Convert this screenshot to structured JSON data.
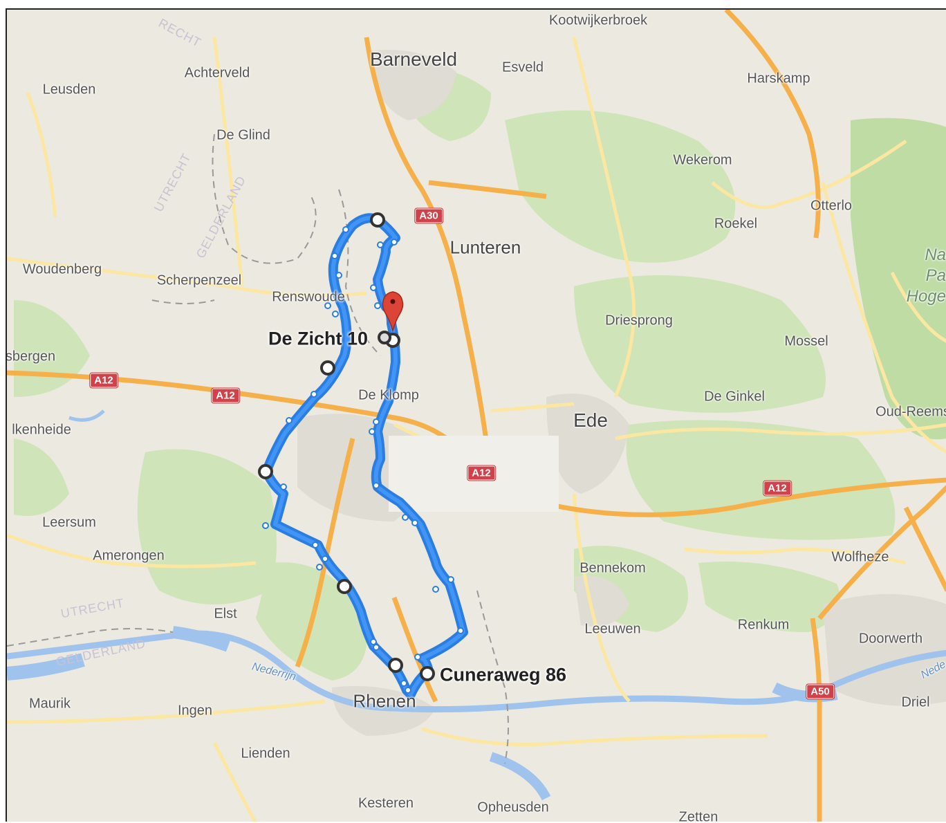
{
  "map": {
    "places": [
      {
        "id": "kootwijkerbroek",
        "label": "Kootwijkerbroek"
      },
      {
        "id": "barneveld",
        "label": "Barneveld"
      },
      {
        "id": "esveld",
        "label": "Esveld"
      },
      {
        "id": "achterveld",
        "label": "Achterveld"
      },
      {
        "id": "harskamp",
        "label": "Harskamp"
      },
      {
        "id": "leusden",
        "label": "Leusden"
      },
      {
        "id": "de-glind",
        "label": "De Glind"
      },
      {
        "id": "wekerom",
        "label": "Wekerom"
      },
      {
        "id": "otterlo",
        "label": "Otterlo"
      },
      {
        "id": "roekel",
        "label": "Roekel"
      },
      {
        "id": "lunteren",
        "label": "Lunteren"
      },
      {
        "id": "woudenberg",
        "label": "Woudenberg"
      },
      {
        "id": "scherpenzeel",
        "label": "Scherpenzeel"
      },
      {
        "id": "renswoude",
        "label": "Renswoude"
      },
      {
        "id": "driesprong",
        "label": "Driesprong"
      },
      {
        "id": "mossel",
        "label": "Mossel"
      },
      {
        "id": "veenendaal-bergen",
        "label": "sbergen"
      },
      {
        "id": "de-klomp",
        "label": "De Klomp"
      },
      {
        "id": "ede",
        "label": "Ede"
      },
      {
        "id": "de-ginkel",
        "label": "De Ginkel"
      },
      {
        "id": "oud-reemst",
        "label": "Oud-Reems"
      },
      {
        "id": "valkenheide",
        "label": "lkenheide"
      },
      {
        "id": "leersum",
        "label": "Leersum"
      },
      {
        "id": "amerongen",
        "label": "Amerongen"
      },
      {
        "id": "bennekom",
        "label": "Bennekom"
      },
      {
        "id": "wolfheze",
        "label": "Wolfheze"
      },
      {
        "id": "elst",
        "label": "Elst"
      },
      {
        "id": "leeuwen",
        "label": "Leeuwen"
      },
      {
        "id": "renkum",
        "label": "Renkum"
      },
      {
        "id": "doorwerth",
        "label": "Doorwerth"
      },
      {
        "id": "maurik",
        "label": "Maurik"
      },
      {
        "id": "ingen",
        "label": "Ingen"
      },
      {
        "id": "rhenen",
        "label": "Rhenen"
      },
      {
        "id": "driel",
        "label": "Driel"
      },
      {
        "id": "lienden",
        "label": "Lienden"
      },
      {
        "id": "kesteren",
        "label": "Kesteren"
      },
      {
        "id": "opheusden",
        "label": "Opheusden"
      },
      {
        "id": "zetten",
        "label": "Zetten"
      }
    ],
    "provinces": [
      {
        "id": "utrecht-top",
        "label": "RECHT"
      },
      {
        "id": "utrecht-diag",
        "label": "UTRECHT"
      },
      {
        "id": "gelderland-diag",
        "label": "GELDERLAND"
      },
      {
        "id": "utrecht-sw",
        "label": "UTRECHT"
      },
      {
        "id": "gelderland-sw",
        "label": "GELDERLAND"
      }
    ],
    "park": {
      "line1": "Na",
      "line2": "Pa",
      "line3": "Hoge"
    },
    "road_shields": [
      {
        "id": "a30",
        "label": "A30"
      },
      {
        "id": "a12-west",
        "label": "A12"
      },
      {
        "id": "a12-west2",
        "label": "A12"
      },
      {
        "id": "a12-center",
        "label": "A12"
      },
      {
        "id": "a12-east",
        "label": "A12"
      },
      {
        "id": "a50",
        "label": "A50"
      }
    ],
    "river_labels": [
      {
        "id": "nederrijn-west",
        "label": "Nederrijn"
      },
      {
        "id": "nederrijn-east",
        "label": "Nede"
      }
    ],
    "waypoints": {
      "start_label": "De Zicht 10",
      "end_label": "Cuneraweg 86"
    },
    "colors": {
      "route": "#1a73e8",
      "route_edge": "#4f9dff",
      "highway": "#f5b04a",
      "road": "#fbe7a1",
      "forest": "#cfe4b8",
      "water": "#9fc3ec",
      "urban": "#e0ddd6",
      "marker": "#db4437",
      "shield": "#d1414a"
    },
    "icons": {
      "destination_marker": "map-pin-icon",
      "waypoint": "route-waypoint-icon"
    }
  }
}
